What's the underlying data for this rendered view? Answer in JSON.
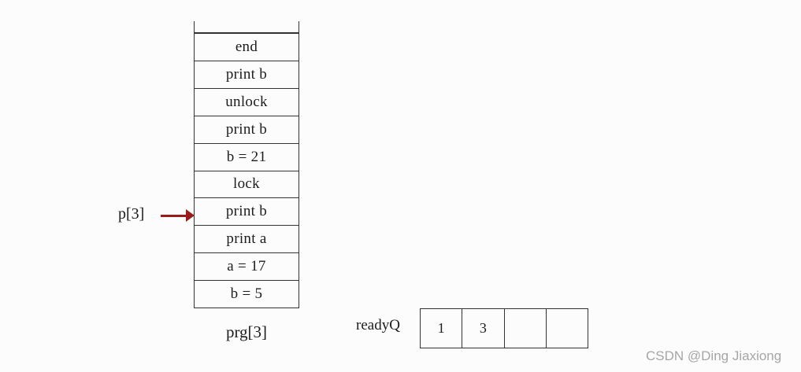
{
  "colors": {
    "line": "#333333",
    "text": "#1c1c1c",
    "arrow": "#9b1b1b",
    "watermark": "#a6a6a6",
    "bg": "#fcfcfc"
  },
  "program_stack": {
    "name_label": "prg[3]",
    "cells": [
      "end",
      "print b",
      "unlock",
      "print b",
      "b = 21",
      "lock",
      "print b",
      "print a",
      "a = 17",
      "b = 5"
    ],
    "pointer": {
      "label": "p[3]",
      "points_to_cell_index": 6
    }
  },
  "ready_queue": {
    "label": "readyQ",
    "cells": [
      "1",
      "3",
      "",
      ""
    ]
  },
  "watermark": "CSDN @Ding Jiaxiong"
}
